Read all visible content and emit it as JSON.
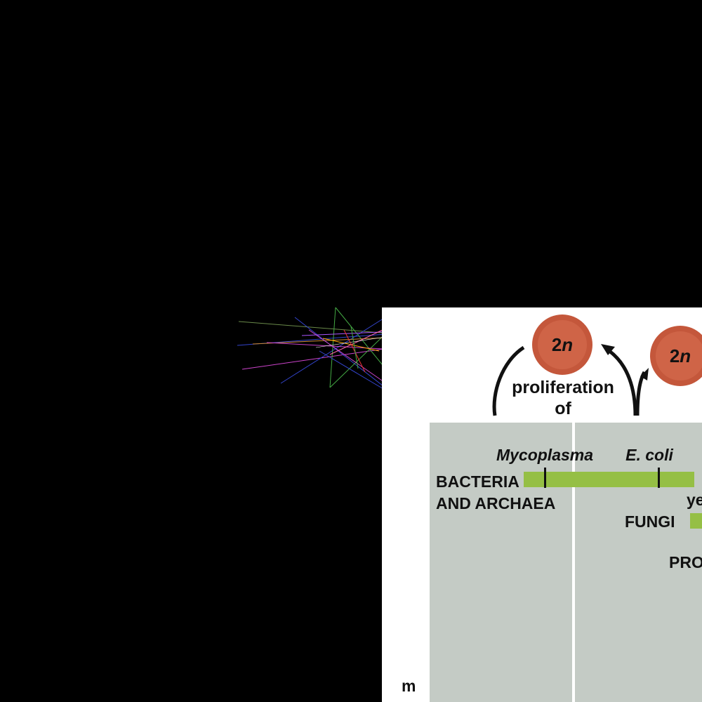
{
  "colors": {
    "background": "#000000",
    "panel": "#ffffff",
    "chart_bg": "#c4cbc5",
    "bar": "#95bf45",
    "cell_fill": "#c4573b",
    "cell_highlight": "#d8785c"
  },
  "icons": [
    "cell-2n-icon",
    "curved-arrow-icon"
  ],
  "diagram": {
    "cell_label_main": "2",
    "cell_label_italic": "n",
    "proliferation_line1": "proliferation",
    "proliferation_line2": "of"
  },
  "chart": {
    "mycoplasma": "Mycoplasma",
    "ecoli": "E. coli",
    "bacteria_line1": "BACTERIA",
    "bacteria_line2": "AND ARCHAEA",
    "yeast_partial": "ye",
    "fungi": "FUNGI",
    "protists_partial": "PRO",
    "bottom_partial": "m"
  }
}
